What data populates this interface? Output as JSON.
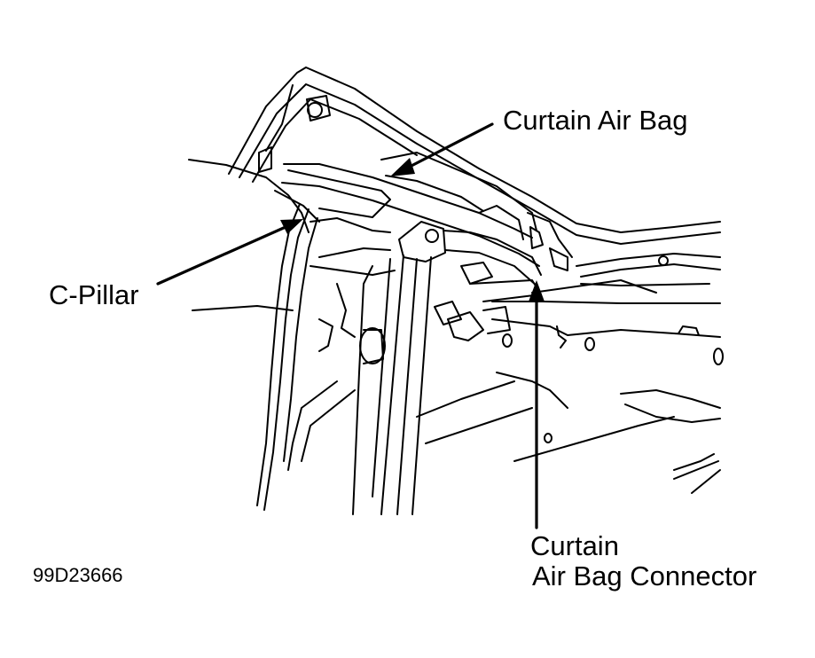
{
  "figure": {
    "callouts": {
      "curtain_air_bag": "Curtain Air Bag",
      "c_pillar": "C-Pillar",
      "connector_line1": "Curtain",
      "connector_line2": "Air Bag Connector"
    },
    "figure_code": "99D23666"
  },
  "colors": {
    "ink": "#000000",
    "background": "#ffffff"
  }
}
